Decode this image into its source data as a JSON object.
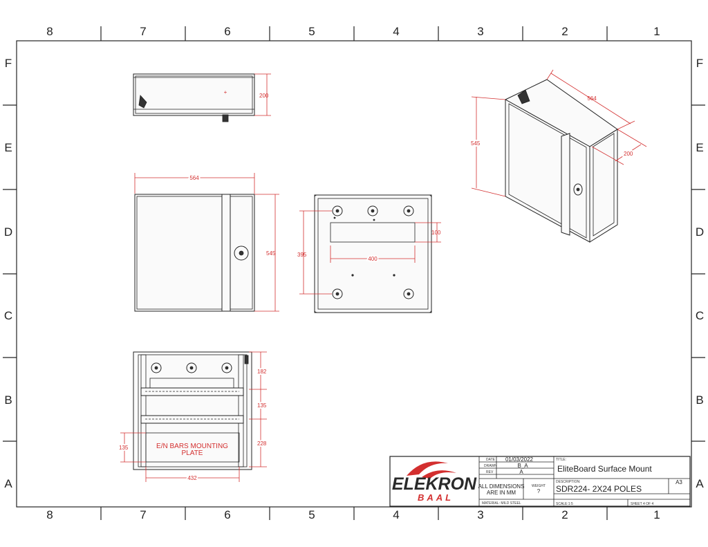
{
  "zones": {
    "columns": [
      "8",
      "7",
      "6",
      "5",
      "4",
      "3",
      "2",
      "1"
    ],
    "rows": [
      "F",
      "E",
      "D",
      "C",
      "B",
      "A"
    ]
  },
  "dimensions": {
    "top_depth": "200",
    "front_width": "564",
    "front_height": "545",
    "back_height": "395",
    "back_width": "400",
    "back_slot": "100",
    "plate_top": "182",
    "plate_mid": "135",
    "plate_bottom": "228",
    "plate_left": "135",
    "plate_width": "432",
    "iso_width": "564",
    "iso_height": "545",
    "iso_depth": "200"
  },
  "plate_label": {
    "line1": "E/N BARS MOUNTING",
    "line2": "PLATE"
  },
  "title_block": {
    "logo_main": "ELEKRON",
    "logo_sub": "BAAL",
    "date_label": "DATE",
    "date_value": "01/03/2022",
    "drawn_label": "DRAWN",
    "drawn_value": "B_A",
    "rev_label": "REV",
    "rev_value": "A",
    "title_label": "TITLE:",
    "title_value": "EliteBoard Surface Mount",
    "dims_note_line1": "ALL DIMENSIONS",
    "dims_note_line2": "ARE IN MM",
    "weight_label": "WEIGHT",
    "weight_value": "?",
    "description_label": "DESCRIPTION:",
    "description_value": "SDR224- 2X24 POLES",
    "size_value": "A3",
    "material": "MATERIAL: MILD STEEL",
    "scale": "SCALE:1:5",
    "sheet": "SHEET 4 OF 4"
  },
  "colors": {
    "dimension": "#d32f2f",
    "line": "#222222",
    "logo_swoosh": "#d32f2f"
  }
}
